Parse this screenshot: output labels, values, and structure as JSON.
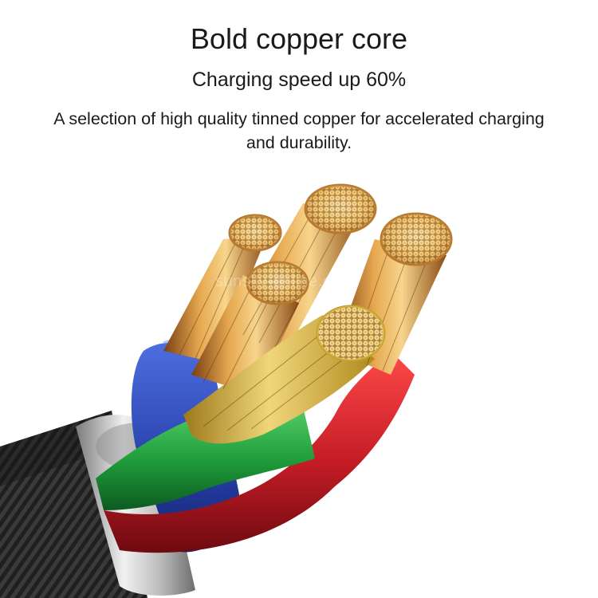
{
  "headline": {
    "title": "Bold copper core",
    "subtitle": "Charging speed up 60%",
    "description_lines": [
      "A selection of high quality tinned copper for accelerated charging",
      "and durability."
    ]
  },
  "watermark": "sunsky-online.com",
  "illustration": {
    "subject": "cable-cross-section",
    "colors": {
      "braid": "#2a2a2a",
      "ferrule": "#c9c9c9",
      "wire_blue": "#2b46b8",
      "wire_green": "#1f9a3a",
      "wire_red": "#c8202a",
      "copper": "#d89a4a"
    }
  }
}
